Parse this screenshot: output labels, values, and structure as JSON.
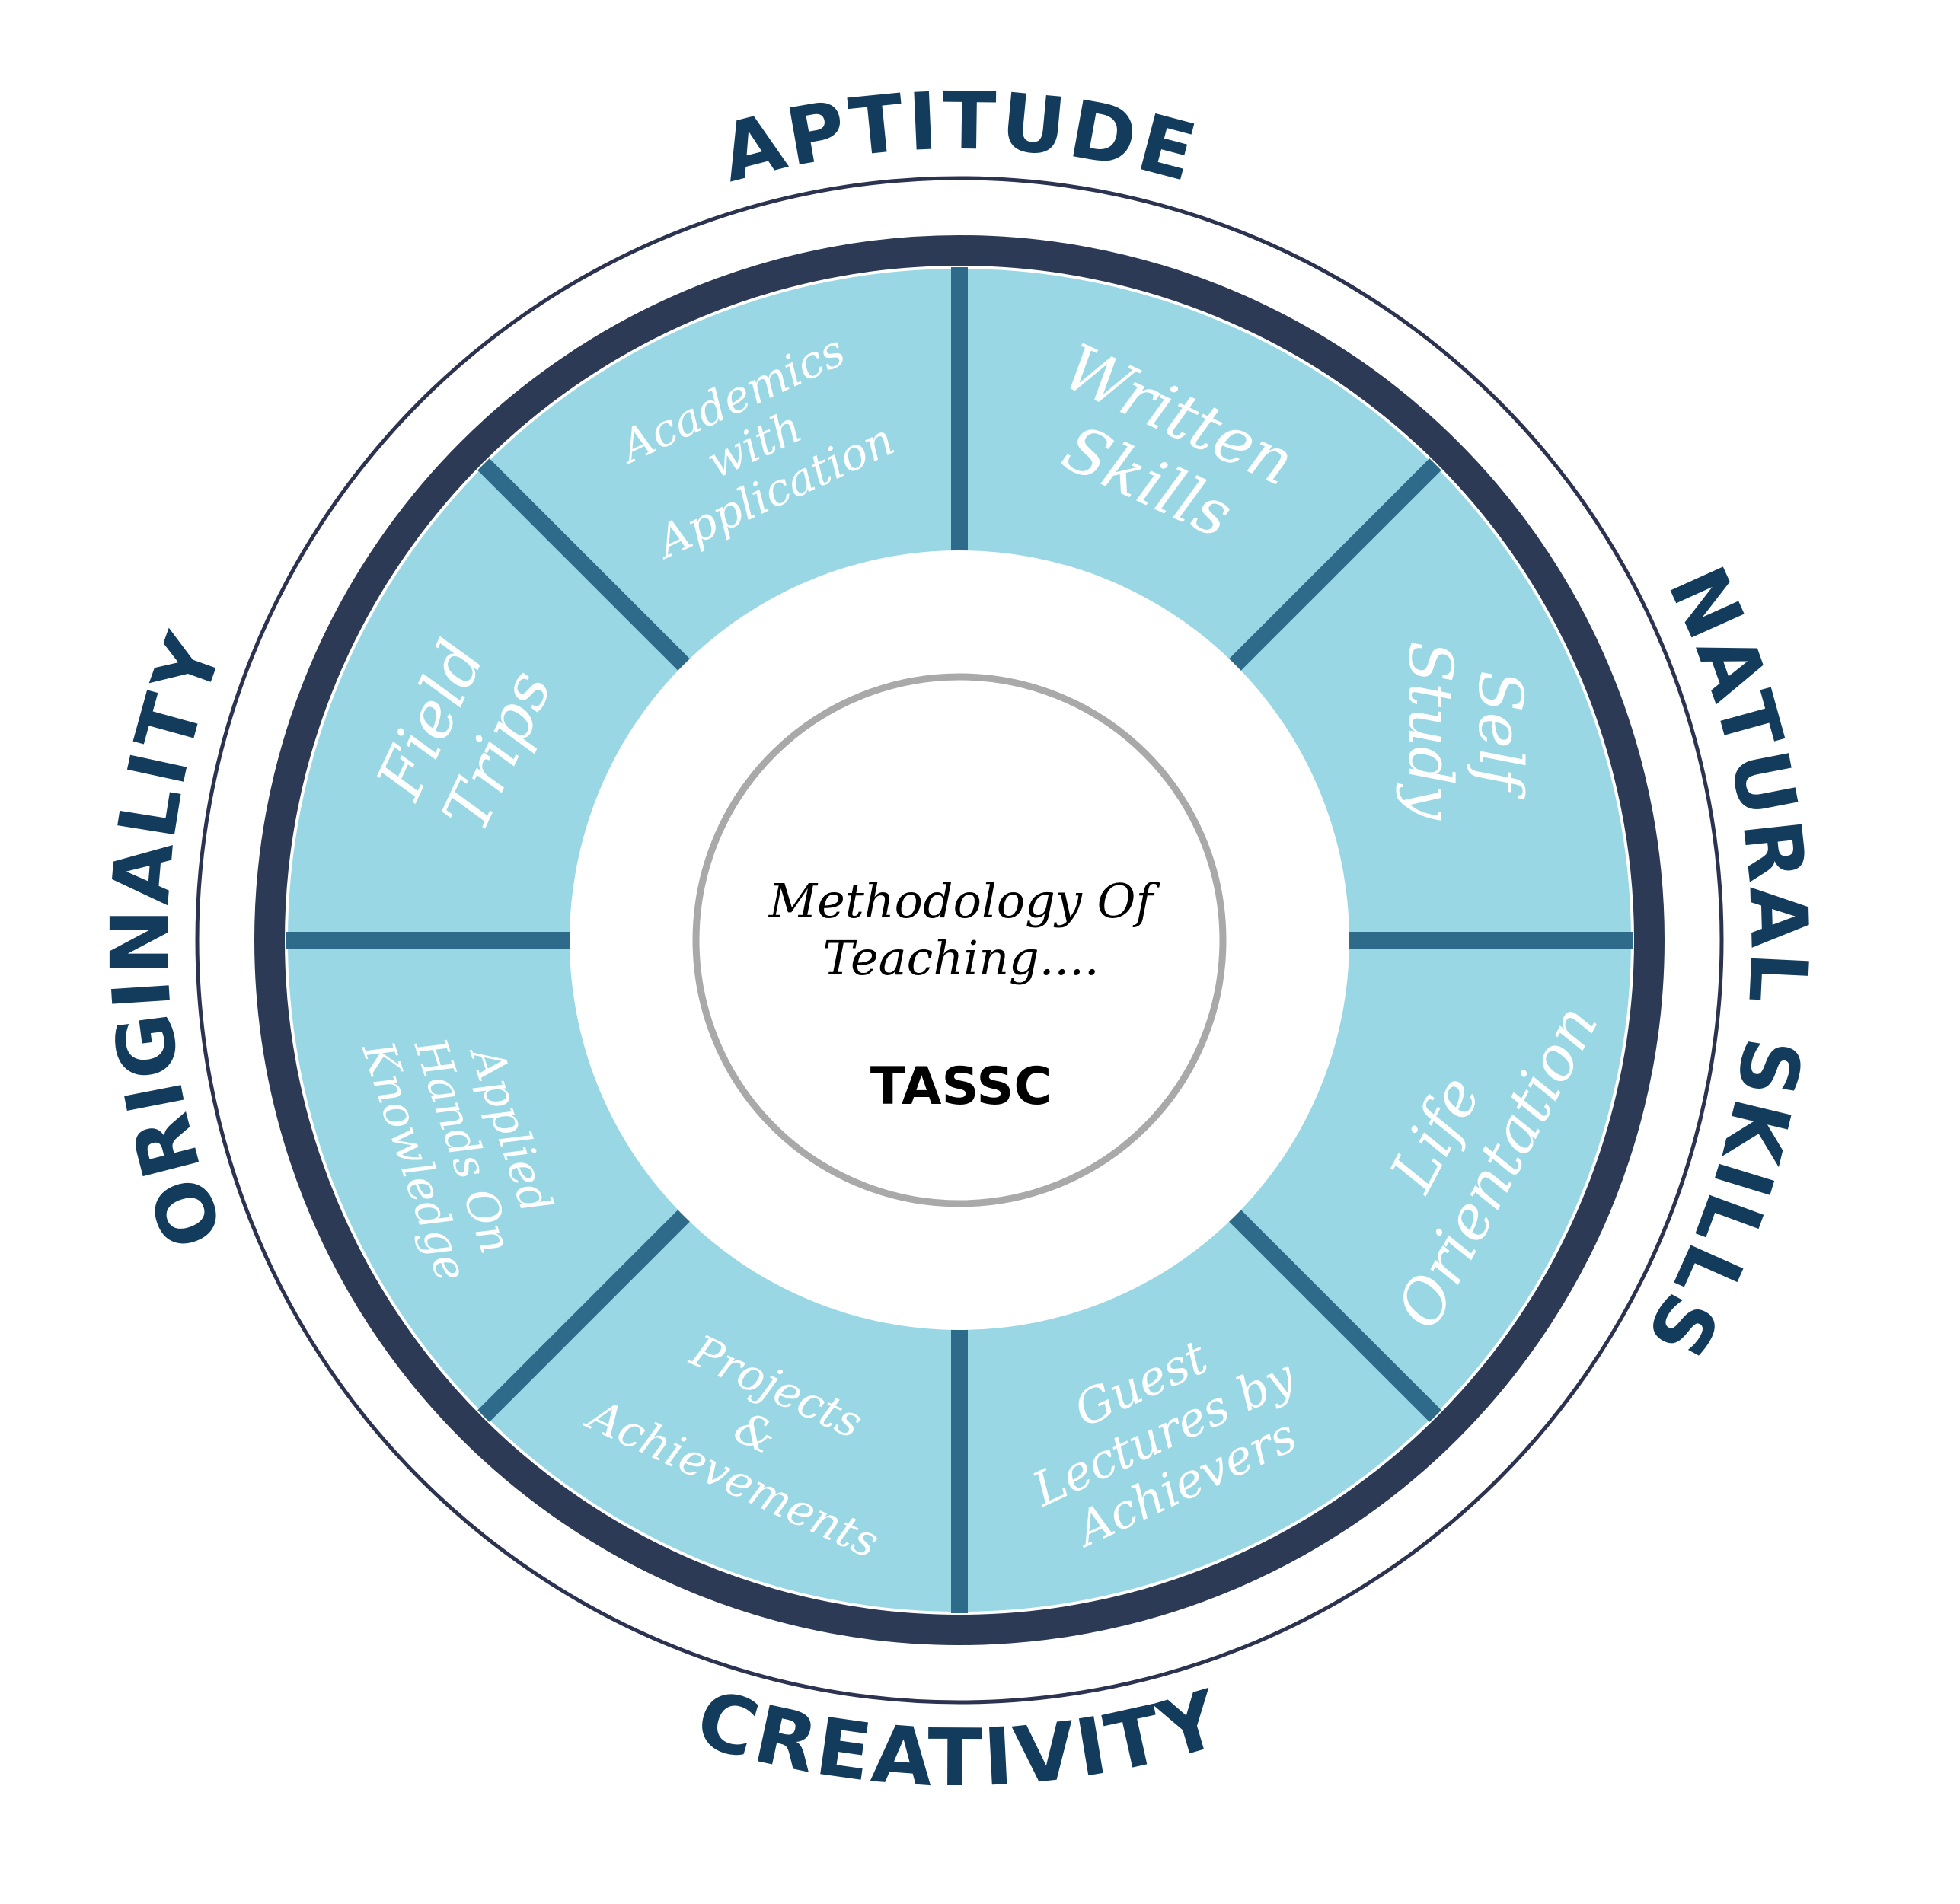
{
  "title": "Methodology Of Teaching....",
  "brand": "TASSC",
  "outer_labels": {
    "top": "APTITUDE",
    "right": "NATURAL SKILLS",
    "bottom": "CREATIVITY",
    "left": "ORIGINALITY"
  },
  "segments": [
    {
      "label": "Written Skills",
      "lines": [
        "Written",
        "Skills"
      ]
    },
    {
      "label": "Self Study",
      "lines": [
        "Self",
        "Study"
      ]
    },
    {
      "label": "Life Orientation",
      "lines": [
        "Life",
        "Orientation"
      ]
    },
    {
      "label": "Guest Lectures by Achievers",
      "lines": [
        "Guest",
        "Lectures by",
        "Achievers"
      ]
    },
    {
      "label": "Projects & Achievements",
      "lines": [
        "Projects",
        "&",
        "Achievements"
      ]
    },
    {
      "label": "Applied Hands On Knowledge",
      "lines": [
        "Applied",
        "Hands On",
        "Knowledge"
      ]
    },
    {
      "label": "Field Trips",
      "lines": [
        "Field",
        "Trips"
      ]
    },
    {
      "label": "Academics with Application",
      "lines": [
        "Academics",
        "with",
        "Application"
      ]
    }
  ],
  "colors": {
    "segment_fill": "#99d7e5",
    "divider": "#2e6a8a",
    "ring": "#2c3a55",
    "label": "#133b5c",
    "center_border": "#a9a9a9"
  }
}
